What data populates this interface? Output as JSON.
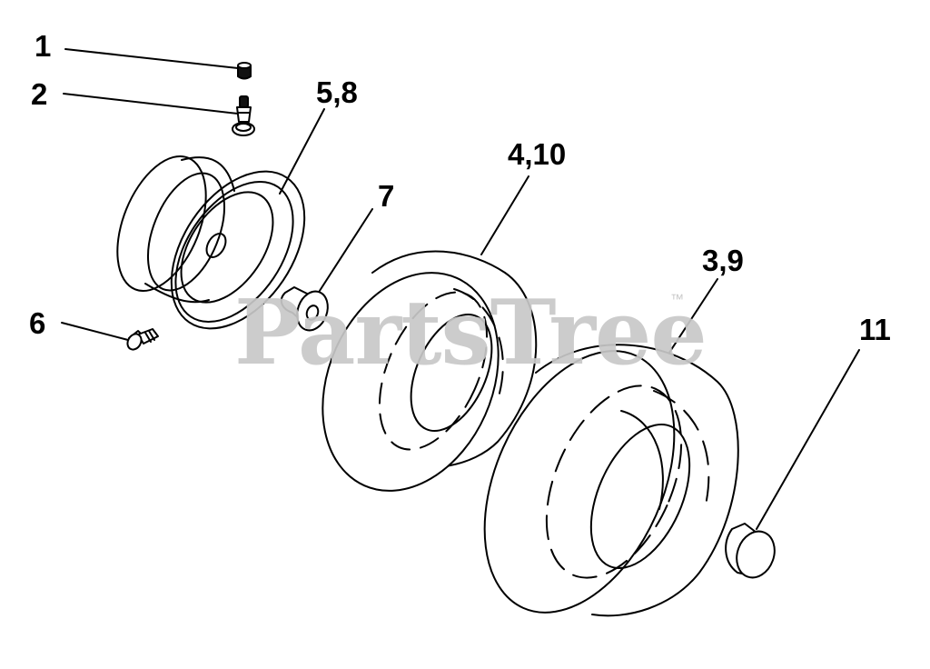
{
  "callouts": {
    "p1": "1",
    "p2": "2",
    "p58": "5,8",
    "p7": "7",
    "p410": "4,10",
    "p39": "3,9",
    "p6": "6",
    "p11": "11"
  },
  "watermark": {
    "text": "PartsTree",
    "trademark": "™"
  },
  "colors": {
    "line": "#000000",
    "watermark": "#c8c8c8",
    "background": "#ffffff"
  }
}
